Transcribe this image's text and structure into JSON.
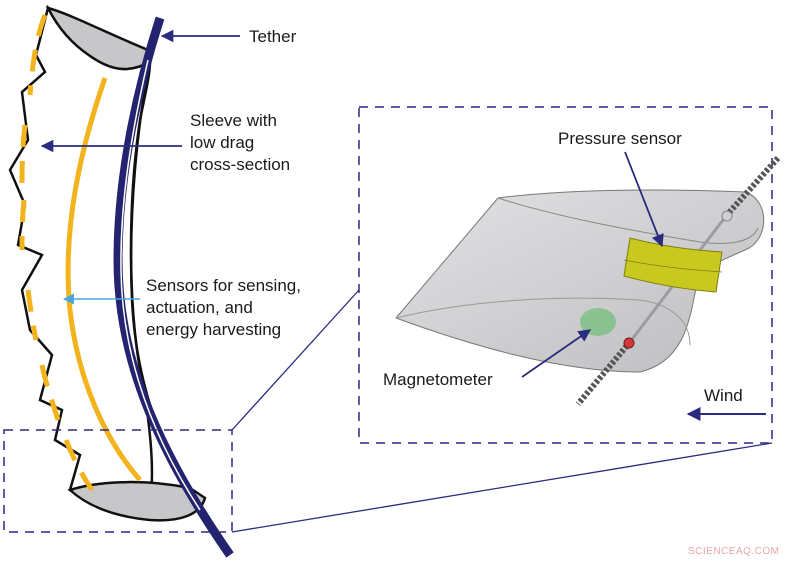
{
  "labels": {
    "tether": "Tether",
    "sleeve": [
      "Sleeve with",
      "low drag",
      "cross-section"
    ],
    "sensors": [
      "Sensors for sensing,",
      "actuation, and",
      "energy harvesting"
    ],
    "pressure_sensor": "Pressure sensor",
    "magnetometer": "Magnetometer",
    "wind": "Wind"
  },
  "watermark": "SCIENCEAQ.COM",
  "colors": {
    "tether": "#23236f",
    "arrow": "#2b2b80",
    "sensor_strip": "#f2b31c",
    "sleeve_fill": "#cfcfd2",
    "sensor_arrow": "#4aa8e0",
    "pressure_sensor": "#c8c81e",
    "magnetometer": "#7fbf85",
    "dashed_box": "#2b2b80"
  }
}
